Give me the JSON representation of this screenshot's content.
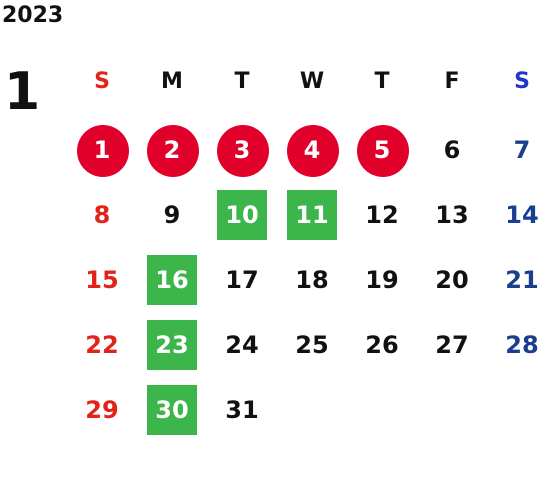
{
  "year": "2023",
  "month": "1",
  "colors": {
    "text": "#111111",
    "sunday": "#e2231a",
    "sunday_header": "#e2231a",
    "saturday": "#1b3f8f",
    "saturday_header": "#1f37c8",
    "holiday_fill": "#e0002a",
    "marked_fill": "#3cb54a",
    "on_fill_text": "#ffffff"
  },
  "weekdays": [
    "S",
    "M",
    "T",
    "W",
    "T",
    "F",
    "S"
  ],
  "weeks": [
    [
      {
        "d": "1",
        "mark": "holiday"
      },
      {
        "d": "2",
        "mark": "holiday"
      },
      {
        "d": "3",
        "mark": "holiday"
      },
      {
        "d": "4",
        "mark": "holiday"
      },
      {
        "d": "5",
        "mark": "holiday"
      },
      {
        "d": "6",
        "mark": ""
      },
      {
        "d": "7",
        "mark": ""
      }
    ],
    [
      {
        "d": "8",
        "mark": ""
      },
      {
        "d": "9",
        "mark": ""
      },
      {
        "d": "10",
        "mark": "marked"
      },
      {
        "d": "11",
        "mark": "marked"
      },
      {
        "d": "12",
        "mark": ""
      },
      {
        "d": "13",
        "mark": ""
      },
      {
        "d": "14",
        "mark": ""
      }
    ],
    [
      {
        "d": "15",
        "mark": ""
      },
      {
        "d": "16",
        "mark": "marked"
      },
      {
        "d": "17",
        "mark": ""
      },
      {
        "d": "18",
        "mark": ""
      },
      {
        "d": "19",
        "mark": ""
      },
      {
        "d": "20",
        "mark": ""
      },
      {
        "d": "21",
        "mark": ""
      }
    ],
    [
      {
        "d": "22",
        "mark": ""
      },
      {
        "d": "23",
        "mark": "marked"
      },
      {
        "d": "24",
        "mark": ""
      },
      {
        "d": "25",
        "mark": ""
      },
      {
        "d": "26",
        "mark": ""
      },
      {
        "d": "27",
        "mark": ""
      },
      {
        "d": "28",
        "mark": ""
      }
    ],
    [
      {
        "d": "29",
        "mark": ""
      },
      {
        "d": "30",
        "mark": "marked"
      },
      {
        "d": "31",
        "mark": ""
      }
    ]
  ]
}
